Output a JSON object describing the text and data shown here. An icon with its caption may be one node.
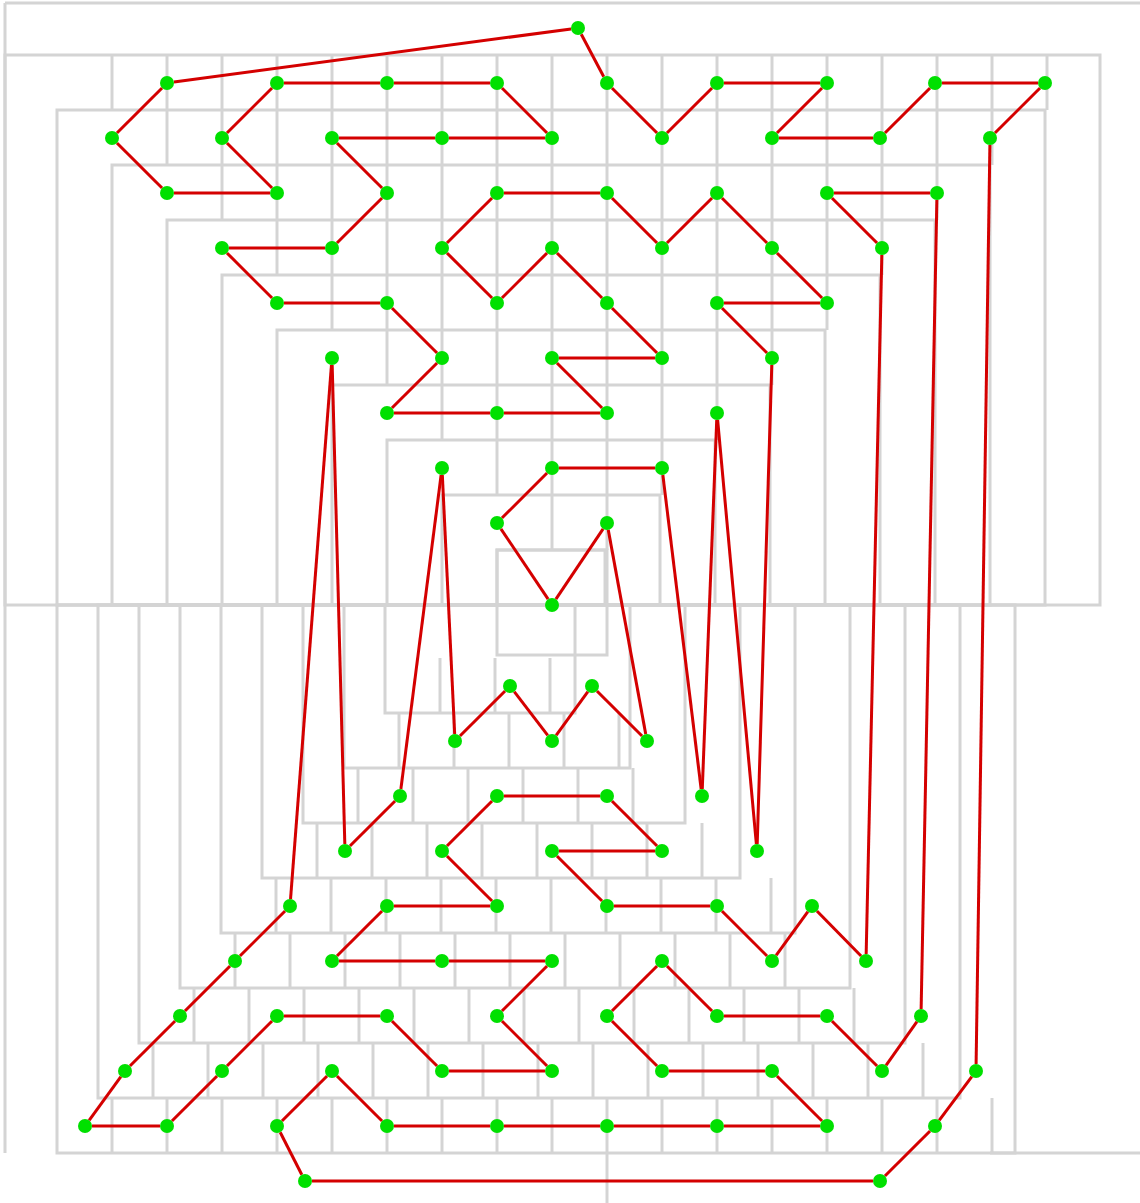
{
  "diagram": {
    "nodes": [
      {
        "text": [],
        "shape": "circle"
      },
      {
        "text": [],
        "shape": "circle"
      },
      {
        "text": [],
        "shape": "circle"
      },
      {
        "text": [],
        "shape": "circle"
      },
      {
        "text": [],
        "shape": "circle"
      },
      {
        "text": [],
        "shape": "circle"
      },
      {
        "text": [],
        "shape": "circle"
      },
      {
        "text": [],
        "shape": "circle"
      },
      {
        "text": [],
        "shape": "circle"
      },
      {
        "text": [],
        "shape": "circle"
      },
      {
        "text": [],
        "shape": "circle"
      },
      {
        "text": [],
        "shape": "circle"
      },
      {
        "text": [],
        "shape": "circle"
      },
      {
        "text": [],
        "shape": "circle"
      },
      {
        "text": [],
        "shape": "circle"
      },
      {
        "text": [],
        "shape": "circle"
      },
      {
        "text": [],
        "shape": "circle"
      },
      {
        "text": [],
        "shape": "circle"
      },
      {
        "text": [],
        "shape": "circle"
      },
      {
        "text": [],
        "shape": "circle"
      },
      {
        "text": [],
        "shape": "circle"
      },
      {
        "text": [],
        "shape": "circle"
      },
      {
        "text": [],
        "shape": "circle"
      },
      {
        "text": [],
        "shape": "circle"
      },
      {
        "text": [],
        "shape": "circle"
      },
      {
        "text": [],
        "shape": "circle"
      },
      {
        "text": [],
        "shape": "circle"
      },
      {
        "text": [],
        "shape": "circle"
      },
      {
        "text": [],
        "shape": "circle"
      },
      {
        "text": [],
        "shape": "circle"
      },
      {
        "text": [],
        "shape": "circle"
      },
      {
        "text": [],
        "shape": "circle"
      },
      {
        "text": [],
        "shape": "circle"
      },
      {
        "text": [],
        "shape": "circle"
      },
      {
        "text": [],
        "shape": "circle"
      },
      {
        "text": [],
        "shape": "circle"
      },
      {
        "text": [],
        "shape": "circle"
      },
      {
        "text": [],
        "shape": "circle"
      },
      {
        "text": [],
        "shape": "circle"
      },
      {
        "text": [],
        "shape": "circle"
      },
      {
        "text": [],
        "shape": "circle"
      },
      {
        "text": [],
        "shape": "circle"
      },
      {
        "text": [],
        "shape": "circle"
      },
      {
        "text": [],
        "shape": "circle"
      },
      {
        "text": [],
        "shape": "circle"
      },
      {
        "text": [],
        "shape": "circle"
      },
      {
        "text": [],
        "shape": "circle"
      },
      {
        "text": [],
        "shape": "circle"
      },
      {
        "text": [],
        "shape": "circle"
      },
      {
        "text": [],
        "shape": "circle"
      },
      {
        "text": [],
        "shape": "circle"
      },
      {
        "text": [],
        "shape": "circle"
      },
      {
        "text": [],
        "shape": "circle"
      },
      {
        "text": [],
        "shape": "circle"
      },
      {
        "text": [],
        "shape": "circle"
      },
      {
        "text": [],
        "shape": "circle"
      },
      {
        "text": [],
        "shape": "circle"
      },
      {
        "text": [],
        "shape": "circle"
      },
      {
        "text": [],
        "shape": "circle"
      },
      {
        "text": [],
        "shape": "circle"
      },
      {
        "text": [],
        "shape": "circle"
      },
      {
        "text": [],
        "shape": "circle"
      },
      {
        "text": [],
        "shape": "circle"
      },
      {
        "text": [],
        "shape": "circle"
      },
      {
        "text": [],
        "shape": "circle"
      },
      {
        "text": [],
        "shape": "circle"
      },
      {
        "text": [],
        "shape": "circle"
      },
      {
        "text": [],
        "shape": "circle"
      },
      {
        "text": [],
        "shape": "circle"
      },
      {
        "text": [],
        "shape": "circle"
      },
      {
        "text": [],
        "shape": "circle"
      },
      {
        "text": [],
        "shape": "circle"
      },
      {
        "text": [],
        "shape": "circle"
      },
      {
        "text": [],
        "shape": "circle"
      },
      {
        "text": [],
        "shape": "circle"
      },
      {
        "text": [],
        "shape": "circle"
      },
      {
        "text": [],
        "shape": "circle"
      },
      {
        "text": [],
        "shape": "circle"
      },
      {
        "text": [],
        "shape": "circle"
      },
      {
        "text": [],
        "shape": "circle"
      },
      {
        "text": [],
        "shape": "circle"
      },
      {
        "text": [],
        "shape": "circle"
      },
      {
        "text": [],
        "shape": "circle"
      },
      {
        "text": [],
        "shape": "circle"
      },
      {
        "text": [],
        "shape": "circle"
      },
      {
        "text": [],
        "shape": "circle"
      },
      {
        "text": [],
        "shape": "circle"
      },
      {
        "text": [],
        "shape": "circle"
      },
      {
        "text": [],
        "shape": "circle"
      },
      {
        "text": [],
        "shape": "circle"
      },
      {
        "text": [],
        "shape": "circle"
      },
      {
        "text": [],
        "shape": "circle"
      },
      {
        "text": [],
        "shape": "circle"
      },
      {
        "text": [],
        "shape": "circle"
      },
      {
        "text": [],
        "shape": "circle"
      },
      {
        "text": [],
        "shape": "circle"
      },
      {
        "text": [],
        "shape": "circle"
      },
      {
        "text": [],
        "shape": "circle"
      },
      {
        "text": [],
        "shape": "circle"
      },
      {
        "text": [],
        "shape": "circle"
      },
      {
        "text": [],
        "shape": "circle"
      },
      {
        "text": [],
        "shape": "circle"
      },
      {
        "text": [],
        "shape": "circle"
      },
      {
        "text": [],
        "shape": "circle"
      },
      {
        "text": [],
        "shape": "circle"
      },
      {
        "text": [],
        "shape": "circle"
      },
      {
        "text": [],
        "shape": "circle"
      },
      {
        "text": [],
        "shape": "circle"
      },
      {
        "text": [],
        "shape": "circle"
      },
      {
        "text": [],
        "shape": "circle"
      }
    ],
    "edges": [
      {
        "from": 0,
        "to": 1,
        "arrow": "none"
      },
      {
        "from": 1,
        "to": 10,
        "arrow": "none"
      },
      {
        "from": 10,
        "to": 19,
        "arrow": "none"
      },
      {
        "from": 19,
        "to": 20,
        "arrow": "none"
      },
      {
        "from": 20,
        "to": 11,
        "arrow": "none"
      },
      {
        "from": 11,
        "to": 2,
        "arrow": "none"
      },
      {
        "from": 2,
        "to": 3,
        "arrow": "none"
      },
      {
        "from": 3,
        "to": 4,
        "arrow": "none"
      },
      {
        "from": 4,
        "to": 14,
        "arrow": "none"
      },
      {
        "from": 14,
        "to": 13,
        "arrow": "none"
      },
      {
        "from": 13,
        "to": 12,
        "arrow": "none"
      },
      {
        "from": 12,
        "to": 21,
        "arrow": "none"
      },
      {
        "from": 21,
        "to": 28,
        "arrow": "none"
      },
      {
        "from": 28,
        "to": 27,
        "arrow": "none"
      },
      {
        "from": 27,
        "to": 34,
        "arrow": "none"
      },
      {
        "from": 34,
        "to": 35,
        "arrow": "none"
      },
      {
        "from": 35,
        "to": 41,
        "arrow": "none"
      },
      {
        "from": 41,
        "to": 45,
        "arrow": "none"
      },
      {
        "from": 45,
        "to": 46,
        "arrow": "none"
      },
      {
        "from": 46,
        "to": 47,
        "arrow": "none"
      },
      {
        "from": 47,
        "to": 42,
        "arrow": "none"
      },
      {
        "from": 42,
        "to": 43,
        "arrow": "none"
      },
      {
        "from": 43,
        "to": 37,
        "arrow": "none"
      },
      {
        "from": 37,
        "to": 30,
        "arrow": "none"
      },
      {
        "from": 30,
        "to": 36,
        "arrow": "none"
      },
      {
        "from": 36,
        "to": 29,
        "arrow": "none"
      },
      {
        "from": 29,
        "to": 22,
        "arrow": "none"
      },
      {
        "from": 22,
        "to": 23,
        "arrow": "none"
      },
      {
        "from": 23,
        "to": 31,
        "arrow": "none"
      },
      {
        "from": 31,
        "to": 24,
        "arrow": "none"
      },
      {
        "from": 24,
        "to": 32,
        "arrow": "none"
      },
      {
        "from": 32,
        "to": 39,
        "arrow": "none"
      },
      {
        "from": 39,
        "to": 38,
        "arrow": "none"
      },
      {
        "from": 38,
        "to": 44,
        "arrow": "none"
      },
      {
        "from": 44,
        "to": 68,
        "arrow": "none"
      },
      {
        "from": 68,
        "to": 48,
        "arrow": "none"
      },
      {
        "from": 48,
        "to": 63,
        "arrow": "none"
      },
      {
        "from": 63,
        "to": 51,
        "arrow": "none"
      },
      {
        "from": 51,
        "to": 50,
        "arrow": "none"
      },
      {
        "from": 50,
        "to": 52,
        "arrow": "none"
      },
      {
        "from": 52,
        "to": 54,
        "arrow": "none"
      },
      {
        "from": 54,
        "to": 53,
        "arrow": "none"
      },
      {
        "from": 53,
        "to": 59,
        "arrow": "none"
      },
      {
        "from": 59,
        "to": 56,
        "arrow": "none"
      },
      {
        "from": 56,
        "to": 58,
        "arrow": "none"
      },
      {
        "from": 58,
        "to": 55,
        "arrow": "none"
      },
      {
        "from": 55,
        "to": 57,
        "arrow": "none"
      },
      {
        "from": 57,
        "to": 49,
        "arrow": "none"
      },
      {
        "from": 49,
        "to": 60,
        "arrow": "none"
      },
      {
        "from": 60,
        "to": 64,
        "arrow": "none"
      },
      {
        "from": 64,
        "to": 40,
        "arrow": "none"
      },
      {
        "from": 40,
        "to": 69,
        "arrow": "none"
      },
      {
        "from": 69,
        "to": 75,
        "arrow": "none"
      },
      {
        "from": 75,
        "to": 82,
        "arrow": "none"
      },
      {
        "from": 82,
        "to": 90,
        "arrow": "none"
      },
      {
        "from": 90,
        "to": 99,
        "arrow": "none"
      },
      {
        "from": 99,
        "to": 100,
        "arrow": "none"
      },
      {
        "from": 100,
        "to": 91,
        "arrow": "none"
      },
      {
        "from": 91,
        "to": 83,
        "arrow": "none"
      },
      {
        "from": 83,
        "to": 84,
        "arrow": "none"
      },
      {
        "from": 84,
        "to": 93,
        "arrow": "none"
      },
      {
        "from": 93,
        "to": 94,
        "arrow": "none"
      },
      {
        "from": 94,
        "to": 85,
        "arrow": "none"
      },
      {
        "from": 85,
        "to": 78,
        "arrow": "none"
      },
      {
        "from": 78,
        "to": 77,
        "arrow": "none"
      },
      {
        "from": 77,
        "to": 76,
        "arrow": "none"
      },
      {
        "from": 76,
        "to": 70,
        "arrow": "none"
      },
      {
        "from": 70,
        "to": 71,
        "arrow": "none"
      },
      {
        "from": 71,
        "to": 65,
        "arrow": "none"
      },
      {
        "from": 65,
        "to": 61,
        "arrow": "none"
      },
      {
        "from": 61,
        "to": 62,
        "arrow": "none"
      },
      {
        "from": 62,
        "to": 67,
        "arrow": "none"
      },
      {
        "from": 67,
        "to": 66,
        "arrow": "none"
      },
      {
        "from": 66,
        "to": 72,
        "arrow": "none"
      },
      {
        "from": 72,
        "to": 73,
        "arrow": "none"
      },
      {
        "from": 73,
        "to": 80,
        "arrow": "none"
      },
      {
        "from": 80,
        "to": 74,
        "arrow": "none"
      },
      {
        "from": 74,
        "to": 81,
        "arrow": "none"
      },
      {
        "from": 81,
        "to": 33,
        "arrow": "none"
      },
      {
        "from": 33,
        "to": 25,
        "arrow": "none"
      },
      {
        "from": 25,
        "to": 26,
        "arrow": "none"
      },
      {
        "from": 26,
        "to": 89,
        "arrow": "none"
      },
      {
        "from": 89,
        "to": 97,
        "arrow": "none"
      },
      {
        "from": 97,
        "to": 88,
        "arrow": "none"
      },
      {
        "from": 88,
        "to": 87,
        "arrow": "none"
      },
      {
        "from": 87,
        "to": 79,
        "arrow": "none"
      },
      {
        "from": 79,
        "to": 86,
        "arrow": "none"
      },
      {
        "from": 86,
        "to": 95,
        "arrow": "none"
      },
      {
        "from": 95,
        "to": 96,
        "arrow": "none"
      },
      {
        "from": 96,
        "to": 106,
        "arrow": "none"
      },
      {
        "from": 106,
        "to": 105,
        "arrow": "none"
      },
      {
        "from": 105,
        "to": 104,
        "arrow": "none"
      },
      {
        "from": 104,
        "to": 103,
        "arrow": "none"
      },
      {
        "from": 103,
        "to": 102,
        "arrow": "none"
      },
      {
        "from": 102,
        "to": 92,
        "arrow": "none"
      },
      {
        "from": 92,
        "to": 101,
        "arrow": "none"
      },
      {
        "from": 101,
        "to": 108,
        "arrow": "none"
      },
      {
        "from": 108,
        "to": 109,
        "arrow": "none"
      },
      {
        "from": 109,
        "to": 107,
        "arrow": "none"
      },
      {
        "from": 107,
        "to": 98,
        "arrow": "none"
      },
      {
        "from": 98,
        "to": 18,
        "arrow": "none"
      },
      {
        "from": 18,
        "to": 9,
        "arrow": "none"
      },
      {
        "from": 9,
        "to": 8,
        "arrow": "none"
      },
      {
        "from": 8,
        "to": 17,
        "arrow": "none"
      },
      {
        "from": 17,
        "to": 16,
        "arrow": "none"
      },
      {
        "from": 16,
        "to": 7,
        "arrow": "none"
      },
      {
        "from": 7,
        "to": 6,
        "arrow": "none"
      },
      {
        "from": 6,
        "to": 15,
        "arrow": "none"
      },
      {
        "from": 15,
        "to": 5,
        "arrow": "none"
      },
      {
        "from": 5,
        "to": 0,
        "arrow": "none"
      }
    ]
  }
}
